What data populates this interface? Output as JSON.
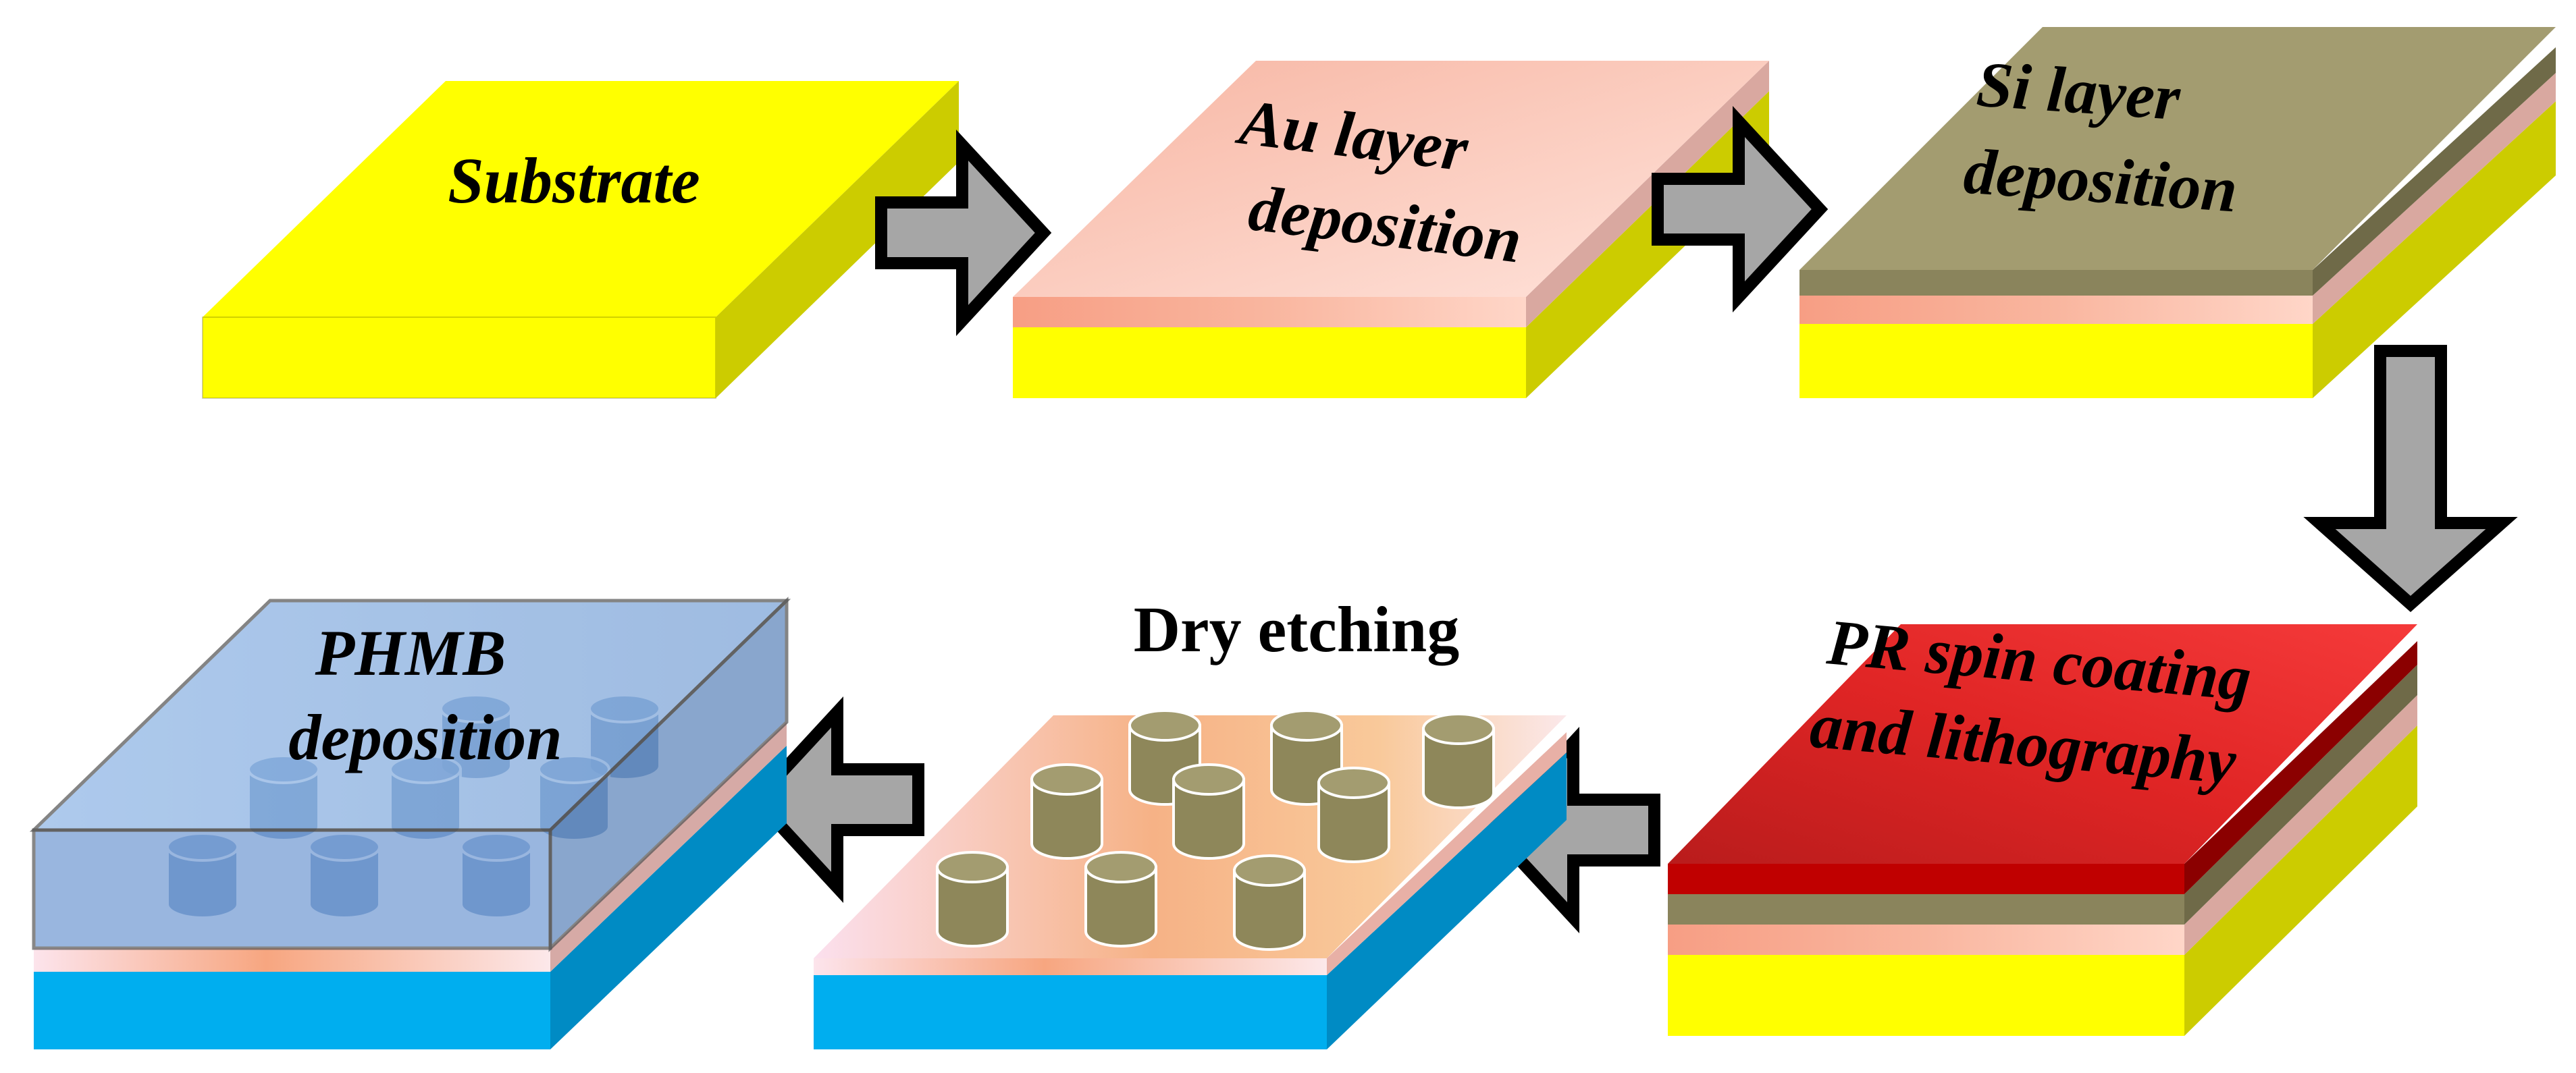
{
  "diagram": {
    "steps": [
      {
        "label_lines": [
          "Substrate"
        ]
      },
      {
        "label_lines": [
          "Au layer",
          "deposition"
        ]
      },
      {
        "label_lines": [
          "Si layer",
          "deposition"
        ]
      },
      {
        "label_lines": [
          "PR spin coating",
          "and lithography"
        ]
      },
      {
        "label_lines": [
          "Dry etching"
        ]
      },
      {
        "label_lines": [
          "PHMB",
          "deposition"
        ]
      }
    ],
    "colors": {
      "substrate": "#ffff00",
      "gold": "#f7a88e",
      "silicon": "#a39c70",
      "photoresist": "#e82020",
      "etched_base": "#00aeef",
      "phmb": "#7ea6de",
      "arrow_fill": "#a6a6a6",
      "arrow_stroke": "#000000"
    }
  }
}
